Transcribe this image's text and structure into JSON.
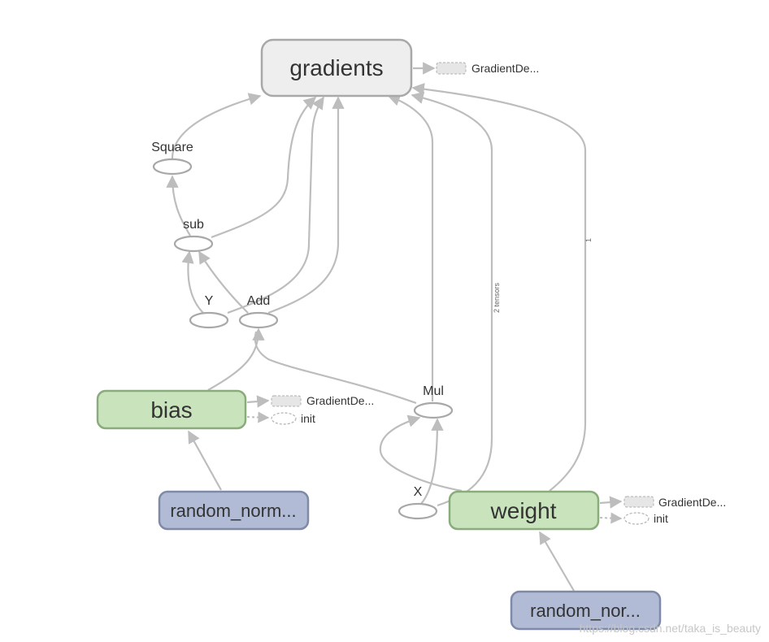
{
  "nodes": {
    "gradients": "gradients",
    "square": "Square",
    "sub": "sub",
    "y": "Y",
    "add": "Add",
    "mul": "Mul",
    "x": "X",
    "bias": "bias",
    "weight": "weight",
    "random_bias": "random_norm...",
    "random_weight": "random_nor..."
  },
  "aux": {
    "gradients_out": "GradientDe...",
    "bias_grad": "GradientDe...",
    "bias_init": "init",
    "weight_grad": "GradientDe...",
    "weight_init": "init"
  },
  "edge_labels": {
    "two_tensors": "2 tensors",
    "one": "1"
  },
  "watermark": "https://blog.csdn.net/taka_is_beauty",
  "colors": {
    "gradients_fill": "#eeeeee",
    "variable_fill": "#c9e4bd",
    "variable_stroke": "#8aab7c",
    "random_fill": "#b1bbd6",
    "random_stroke": "#7f8aa6",
    "edge": "#bdbdbd"
  }
}
